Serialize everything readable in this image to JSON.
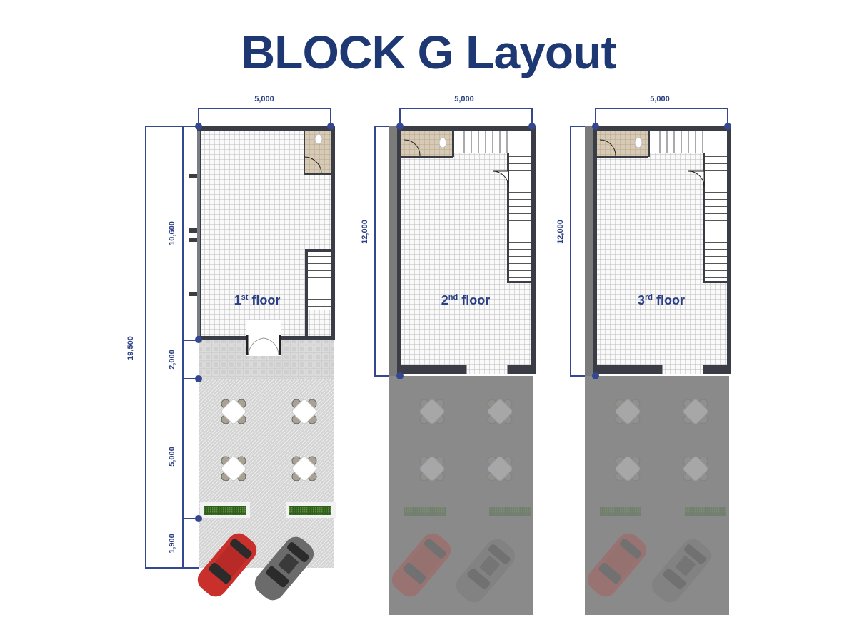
{
  "title": "BLOCK G Layout",
  "floors": [
    {
      "label_num": "1",
      "label_sup": "st",
      "label_word": " floor",
      "width_dim": "5,000"
    },
    {
      "label_num": "2",
      "label_sup": "nd",
      "label_word": " floor",
      "width_dim": "5,000",
      "height_dim": "12,000"
    },
    {
      "label_num": "3",
      "label_sup": "rd",
      "label_word": " floor",
      "width_dim": "5,000",
      "height_dim": "12,000"
    }
  ],
  "ground_dims": {
    "total": "19,500",
    "building": "10,600",
    "terrace": "2,000",
    "dining": "5,000",
    "parking": "1,900"
  },
  "colors": {
    "accent": "#1e3874",
    "dimension": "#34478f",
    "wall": "#3a3d45",
    "car_red": "#c9302c",
    "car_grey": "#6b6b6b"
  }
}
